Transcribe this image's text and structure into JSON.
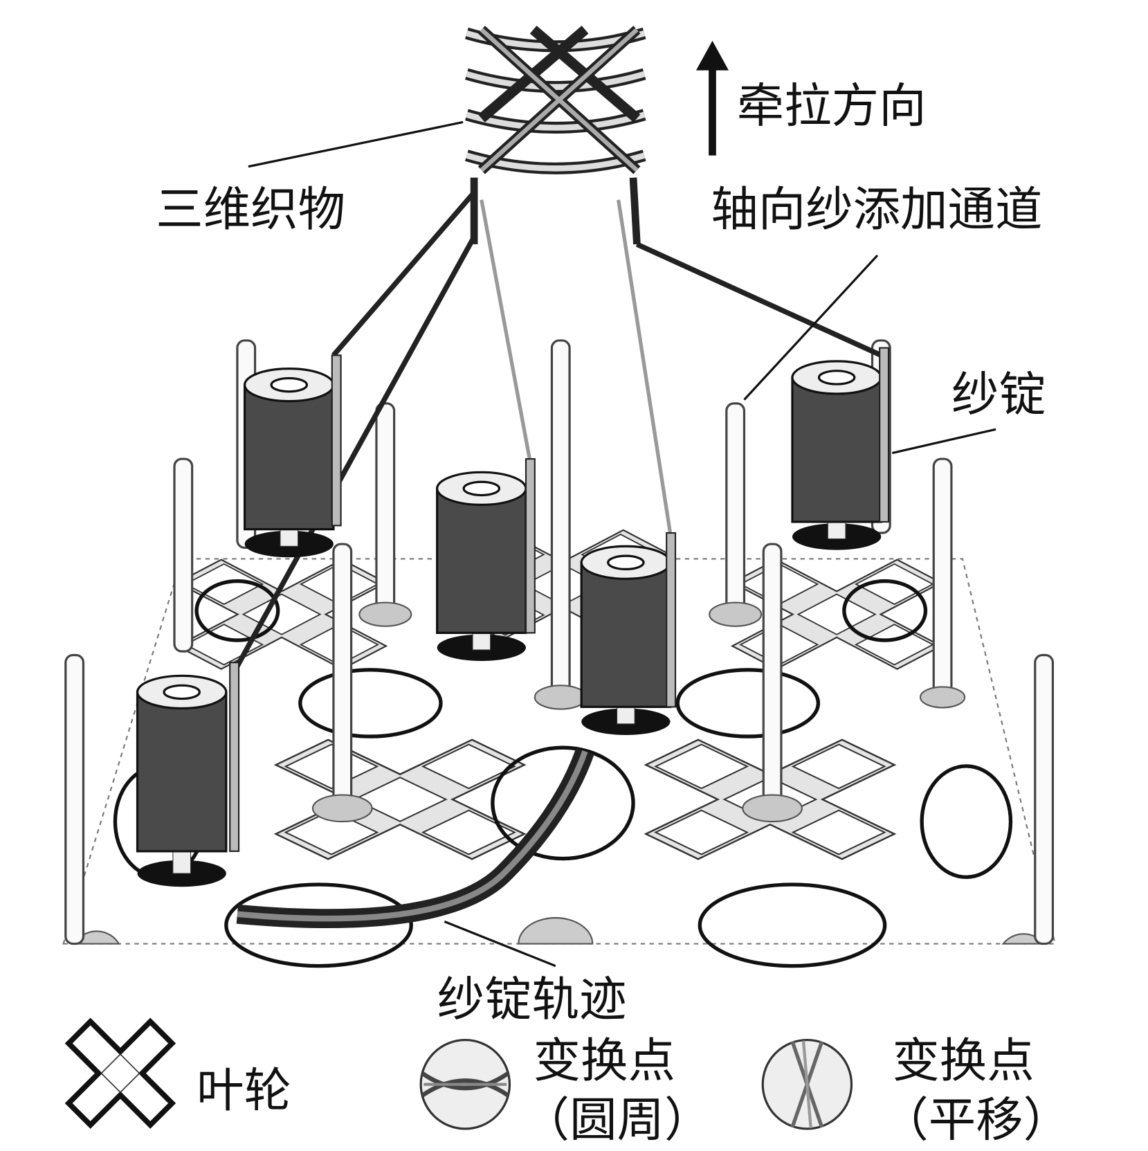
{
  "labels": {
    "pull_direction": "牵拉方向",
    "fabric_3d": "三维织物",
    "axial_yarn_channel": "轴向纱添加通道",
    "spindle": "纱锭",
    "spindle_track": "纱锭轨迹"
  },
  "legend": {
    "impeller": "叶轮",
    "switch_circumferential_1": "变换点",
    "switch_circumferential_2": "（圆周）",
    "switch_translation_1": "变换点",
    "switch_translation_2": "（平移）"
  }
}
